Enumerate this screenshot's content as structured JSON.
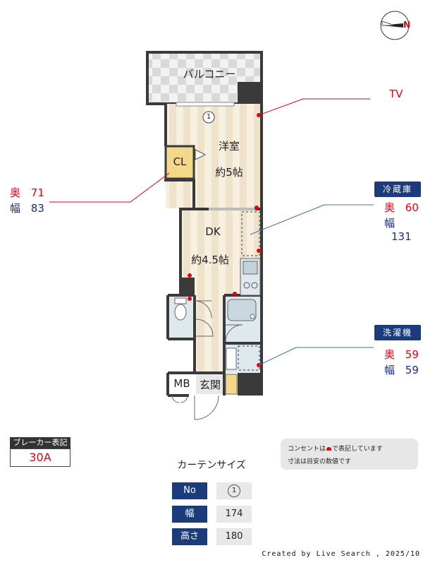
{
  "rooms": {
    "balcony": "バルコニー",
    "western_room_name": "洋室",
    "western_room_size": "約5帖",
    "closet": "CL",
    "dk_name": "DK",
    "dk_size": "約4.5帖",
    "meter_box": "MB",
    "entrance": "玄関",
    "curtain_marker": "1"
  },
  "callouts": {
    "tv": "TV",
    "closet_depth_label": "奥",
    "closet_depth": "71",
    "closet_width_label": "幅",
    "closet_width": "83",
    "fridge_title": "冷蔵庫",
    "fridge_depth_label": "奥",
    "fridge_depth": "60",
    "fridge_width_label": "幅",
    "fridge_width": "131",
    "washer_title": "洗濯機",
    "washer_depth_label": "奥",
    "washer_depth": "59",
    "washer_width_label": "幅",
    "washer_width": "59"
  },
  "breaker": {
    "title": "ブレーカー表記",
    "value": "30A"
  },
  "notes": {
    "line1_pre": "コンセントは",
    "line1_post": "で表記しています",
    "line2": "寸法は目安の数値です"
  },
  "curtain": {
    "title": "カーテンサイズ",
    "rows": [
      {
        "label": "No",
        "value": "1"
      },
      {
        "label": "幅",
        "value": "174"
      },
      {
        "label": "高さ",
        "value": "180"
      }
    ]
  },
  "compass": {
    "north_label": "N"
  },
  "credit": "Created by Live Search , 2025/10",
  "colors": {
    "accent_red": "#e60012",
    "navy": "#1c3b7a",
    "wall": "#3a3a3a",
    "floor": "#f3e7d3"
  }
}
